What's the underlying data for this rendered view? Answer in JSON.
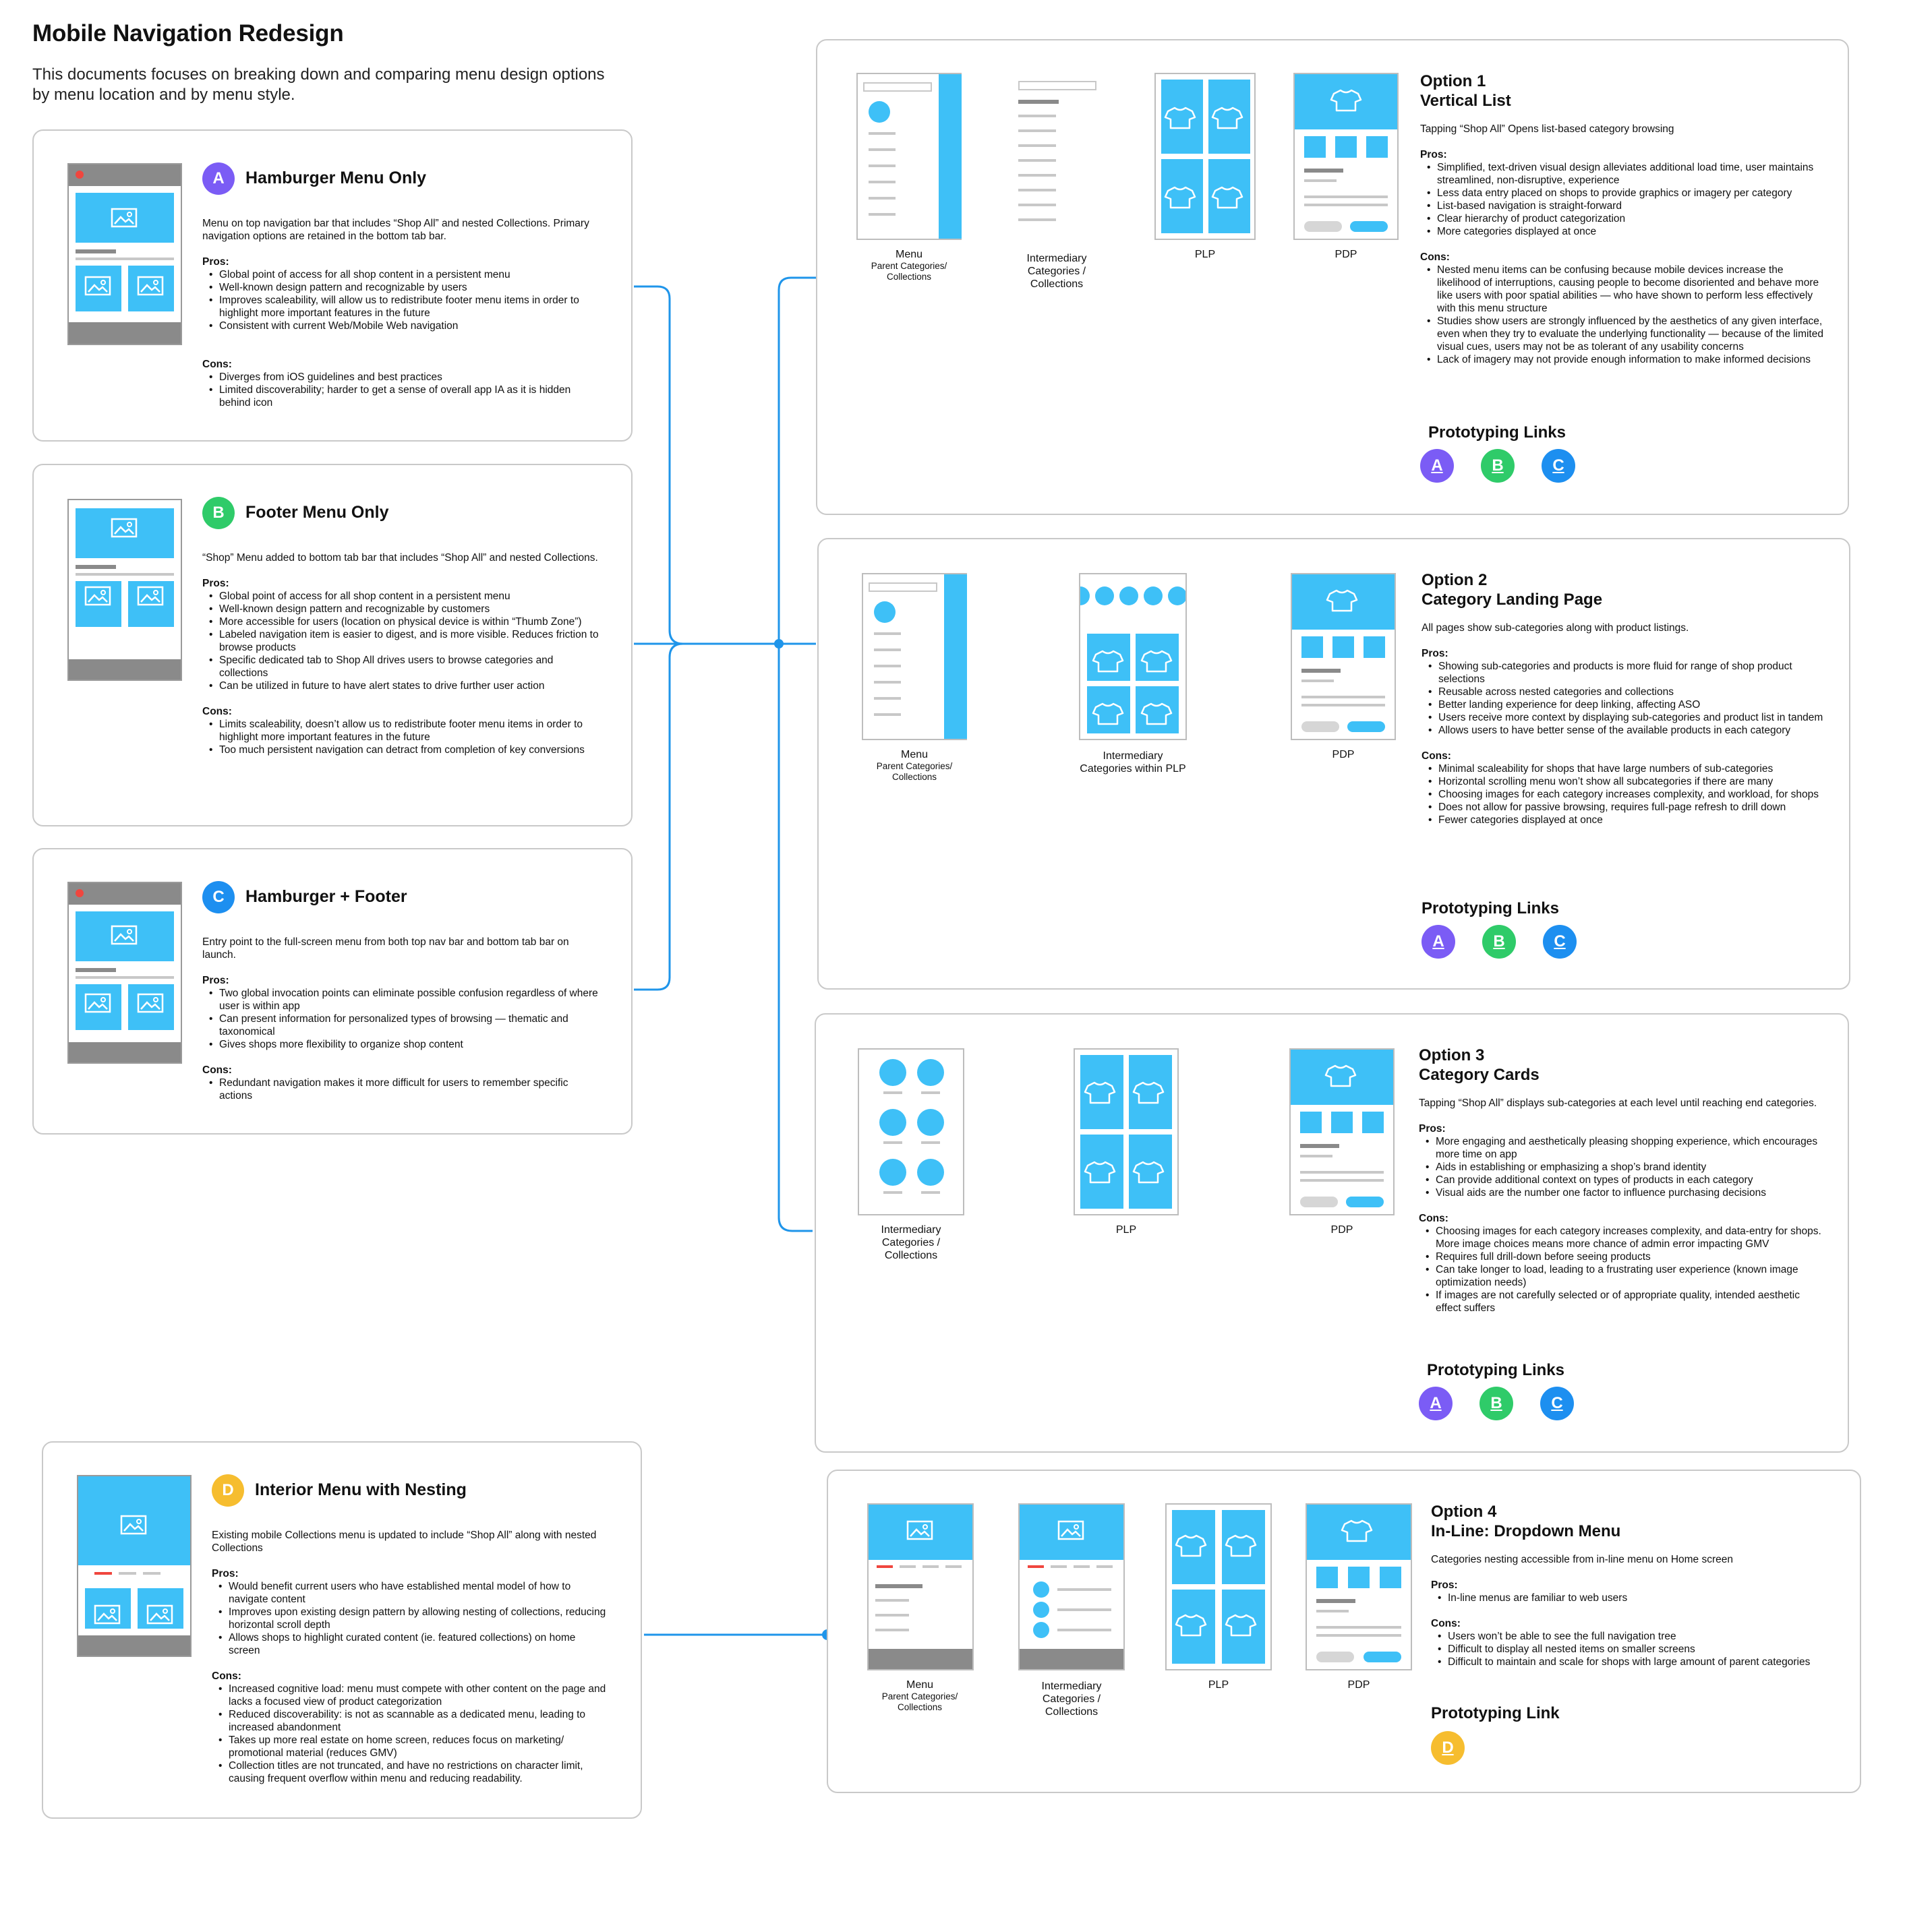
{
  "header": {
    "title": "Mobile Navigation Redesign",
    "subtitle_line1": "This documents focuses on breaking down and comparing menu design options",
    "subtitle_line2": "by menu location and by menu style."
  },
  "colors": {
    "accent": "#1f95ea",
    "a": "#7b5cf5",
    "b": "#2fcb69",
    "c": "#1d8ff0",
    "d": "#f6bd2f",
    "wire_blue": "#3ec0f7"
  },
  "menus": [
    {
      "badge": "A",
      "title": "Hamburger Menu Only",
      "desc": "Menu on top navigation bar that includes “Shop All” and nested Collections. Primary navigation options are retained in the bottom tab bar.",
      "pros_label": "Pros:",
      "pros": [
        "Global point of access for all shop content in a persistent menu",
        "Well-known design pattern and recognizable by users",
        "Improves scaleability, will allow us to redistribute footer menu items in order to highlight more important features in the future",
        "Consistent with current Web/Mobile Web navigation"
      ],
      "cons_label": "Cons:",
      "cons": [
        "Diverges from iOS guidelines and best practices",
        "Limited discoverability; harder to get a sense of overall app IA as it is hidden behind icon"
      ]
    },
    {
      "badge": "B",
      "title": "Footer Menu Only",
      "desc": "“Shop” Menu added to bottom tab bar that includes “Shop All” and nested Collections.",
      "pros_label": "Pros:",
      "pros": [
        "Global point of access for all shop content in a persistent menu",
        "Well-known design pattern and recognizable by customers",
        "More accessible for users (location on physical device is within “Thumb Zone”)",
        "Labeled navigation item is easier to digest, and is more visible. Reduces friction to browse products",
        "Specific dedicated tab to Shop All drives users to browse categories and collections",
        "Can be utilized in future to have alert states to drive further user action"
      ],
      "cons_label": "Cons:",
      "cons": [
        "Limits scaleability, doesn’t allow us to redistribute footer menu items in order to highlight more important features in the future",
        "Too much persistent navigation can detract from completion of key conversions"
      ]
    },
    {
      "badge": "C",
      "title": "Hamburger + Footer",
      "desc": "Entry point to the full-screen menu from both top nav bar and bottom tab bar on launch.",
      "pros_label": "Pros:",
      "pros": [
        "Two global invocation points can eliminate possible confusion regardless of where user is within app",
        "Can present information for personalized types of browsing — thematic and taxonomical",
        "Gives shops more flexibility to organize shop content"
      ],
      "cons_label": "Cons:",
      "cons": [
        "Redundant navigation makes it more difficult for users to remember specific actions"
      ]
    },
    {
      "badge": "D",
      "title": "Interior Menu with Nesting",
      "desc": "Existing mobile Collections menu is updated to include “Shop All” along with nested Collections",
      "pros_label": "Pros:",
      "pros": [
        "Would benefit current users who have established mental model of how to navigate content",
        "Improves upon existing design pattern by allowing nesting of collections, reducing horizontal scroll depth",
        "Allows shops to highlight curated content (ie. featured collections) on home screen"
      ],
      "cons_label": "Cons:",
      "cons": [
        "Increased cognitive load: menu must compete with other content on the page and lacks a focused view of product categorization",
        "Reduced discoverability: is not as scannable as a dedicated menu, leading to increased abandonment",
        "Takes up more real estate on home screen, reduces focus on marketing/ promotional material (reduces GMV)",
        "Collection titles are not truncated, and have no restrictions on character limit, causing frequent overflow within menu and reducing readability."
      ]
    }
  ],
  "options": [
    {
      "num": "Option 1",
      "name": "Vertical List",
      "desc": "Tapping “Shop All” Opens list-based category browsing",
      "pros_label": "Pros:",
      "pros": [
        "Simplified, text-driven visual design alleviates additional load time, user maintains streamlined, non-disruptive, experience",
        "Less data entry placed on shops to provide graphics or imagery per category",
        "List-based navigation is straight-forward",
        "Clear hierarchy of product categorization",
        "More categories displayed at once"
      ],
      "cons_label": "Cons:",
      "cons": [
        "Nested menu items can be confusing because mobile devices increase the likelihood of interruptions, causing people to become disoriented and behave more like users with poor spatial abilities — who have shown to perform less effectively with this menu structure",
        "Studies show users are strongly influenced by the aesthetics of any given interface, even when they try to evaluate the underlying functionality — because of the limited visual cues, users may not be as tolerant of any usability concerns",
        "Lack of imagery may not provide enough information to make informed decisions"
      ],
      "links_title": "Prototyping Links",
      "links": [
        "A",
        "B",
        "C"
      ],
      "captions": [
        {
          "main": "Menu",
          "sub": "Parent Categories/ Collections"
        },
        {
          "main": "Intermediary Categories / Collections"
        },
        {
          "main": "PLP"
        },
        {
          "main": "PDP"
        }
      ]
    },
    {
      "num": "Option 2",
      "name": "Category Landing Page",
      "desc": "All pages show sub-categories along with product listings.",
      "pros_label": "Pros:",
      "pros": [
        "Showing sub-categories and products is more fluid for range of shop product selections",
        "Reusable across nested categories and collections",
        "Better landing experience for deep linking, affecting ASO",
        "Users receive more context by displaying sub-categories and product list in tandem",
        "Allows users to have better sense of the available products in each category"
      ],
      "cons_label": "Cons:",
      "cons": [
        "Minimal scaleability for shops that have large numbers of sub-categories",
        "Horizontal scrolling menu won’t show all subcategories if there are many",
        "Choosing images for each category increases complexity, and workload, for shops",
        "Does not allow for passive browsing, requires full-page refresh to drill down",
        "Fewer categories displayed at once"
      ],
      "links_title": "Prototyping Links",
      "links": [
        "A",
        "B",
        "C"
      ],
      "captions": [
        {
          "main": "Menu",
          "sub": "Parent Categories/ Collections"
        },
        {
          "main": "Intermediary Categories within PLP"
        },
        {
          "main": "PDP"
        }
      ]
    },
    {
      "num": "Option 3",
      "name": "Category Cards",
      "desc": "Tapping “Shop All” displays sub-categories at each level until reaching end categories.",
      "pros_label": "Pros:",
      "pros": [
        "More engaging and aesthetically pleasing shopping experience, which encourages more time on app",
        "Aids in establishing or emphasizing a shop’s brand identity",
        "Can provide additional context on types of products in each category",
        "Visual aids are the number one factor to influence purchasing decisions"
      ],
      "cons_label": "Cons:",
      "cons": [
        "Choosing images for each category increases complexity, and data-entry for shops. More image choices means more chance of admin error impacting GMV",
        "Requires full drill-down before seeing products",
        "Can take longer to load, leading to a frustrating user experience (known image optimization needs)",
        "If images are not carefully selected or of appropriate quality, intended aesthetic effect suffers"
      ],
      "links_title": "Prototyping Links",
      "links": [
        "A",
        "B",
        "C"
      ],
      "captions": [
        {
          "main": "Intermediary Categories / Collections"
        },
        {
          "main": "PLP"
        },
        {
          "main": "PDP"
        }
      ]
    },
    {
      "num": "Option 4",
      "name": "In-Line: Dropdown Menu",
      "desc": "Categories nesting accessible from in-line menu on Home screen",
      "pros_label": "Pros:",
      "pros": [
        "In-line menus are familiar to web users"
      ],
      "cons_label": "Cons:",
      "cons": [
        "Users won’t be able to see the full navigation tree",
        "Difficult to display all nested items on smaller screens",
        "Difficult to maintain and scale for shops with large amount of parent categories"
      ],
      "links_title": "Prototyping Link",
      "links": [
        "D"
      ],
      "captions": [
        {
          "main": "Menu",
          "sub": "Parent Categories/ Collections"
        },
        {
          "main": "Intermediary Categories / Collections"
        },
        {
          "main": "PLP"
        },
        {
          "main": "PDP"
        }
      ]
    }
  ]
}
